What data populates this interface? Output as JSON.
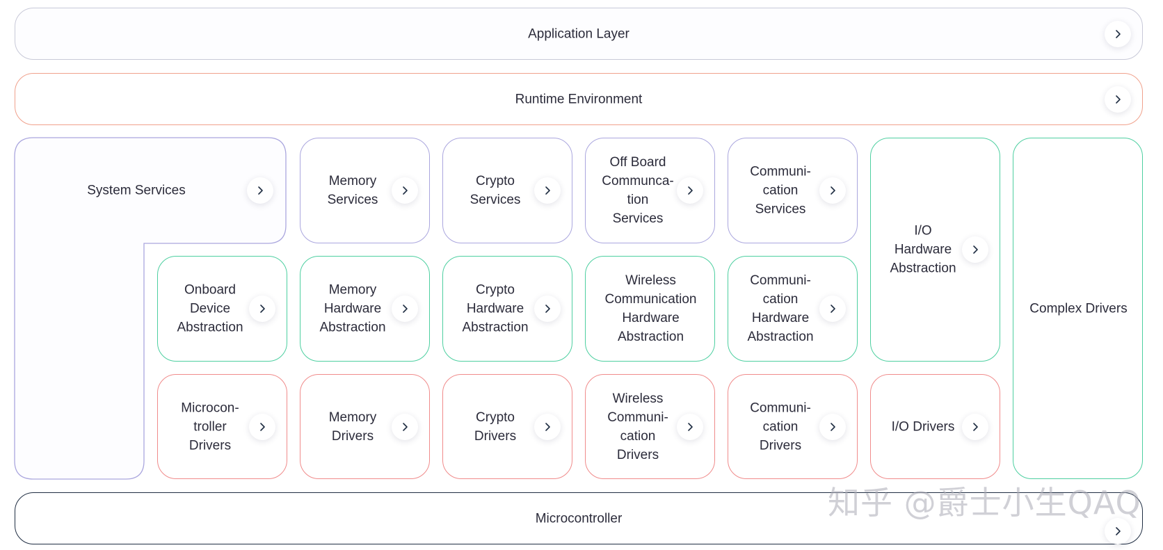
{
  "layers": {
    "application": "Application Layer",
    "runtime": "Runtime Environment",
    "microcontroller": "Microcontroller"
  },
  "system_services": "System Services",
  "services_row": [
    "Memory\nServices",
    "Crypto\nServices",
    "Off Board\nCommunca-\ntion\nServices",
    "Communi-\ncation\nServices"
  ],
  "abstraction_row": [
    "Onboard\nDevice\nAbstraction",
    "Memory\nHardware\nAbstraction",
    "Crypto\nHardware\nAbstraction",
    "Wireless\nCommunication\nHardware\nAbstraction",
    "Communi-\ncation\nHardware\nAbstraction"
  ],
  "drivers_row": [
    "Microcon-\ntroller\nDrivers",
    "Memory\nDrivers",
    "Crypto\nDrivers",
    "Wireless\nCommuni-\ncation\nDrivers",
    "Communi-\ncation\nDrivers"
  ],
  "io_hardware_abstraction": "I/O\nHardware\nAbstraction",
  "io_drivers": "I/O Drivers",
  "complex_drivers": "Complex Drivers",
  "watermark": "知乎 @爵士小生QAQ",
  "colors": {
    "gray_border": "#c8c9d8",
    "orange_border": "#f0a18c",
    "purple_border": "#aaa6de",
    "green_border": "#4dcfa0",
    "red_border": "#f08b8b",
    "dark_border": "#1f2d42"
  },
  "icons": {
    "expand": "chevron-right-icon"
  }
}
